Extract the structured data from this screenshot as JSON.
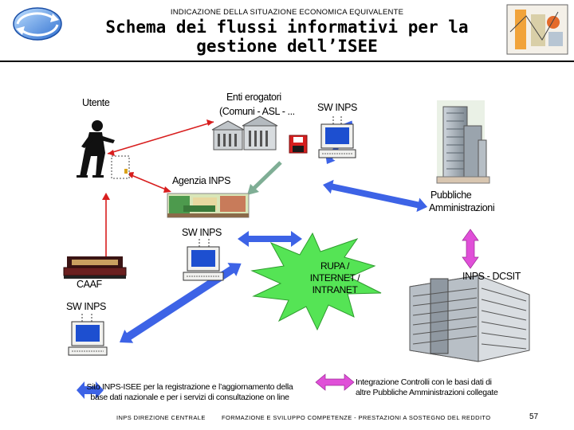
{
  "header": {
    "caption": "INDICAZIONE DELLA SITUAZIONE ECONOMICA EQUIVALENTE",
    "title_line1": "Schema dei flussi informativi per la",
    "title_line2": "gestione dell’ISEE"
  },
  "nodes": {
    "utente": "Utente",
    "enti_line1": "Enti erogatori",
    "enti_line2": "(Comuni -  ASL - ...",
    "sw_inps_enti": "SW INPS",
    "agenzia": "Agenzia INPS",
    "pa_line1": "Pubbliche",
    "pa_line2": "Amministrazioni",
    "sw_inps_center": "SW INPS",
    "caaf": "CAAF",
    "sw_inps_caaf": "SW INPS",
    "rupa_line1": "RUPA /",
    "rupa_line2": "INTERNET /",
    "rupa_line3": "INTRANET",
    "dcsit": "INPS - DCSIT"
  },
  "legend": {
    "blue_line1": "Sito INPS-ISEE  per la registrazione e l’aggiornamento della",
    "blue_line2": "base dati nazionale e per i servizi di consultazione on line",
    "purple_line1": "Integrazione Controlli con le basi dati di",
    "purple_line2": "altre Pubbliche Amministrazioni collegate"
  },
  "footer": {
    "left": "INPS  DIREZIONE CENTRALE",
    "middle": "FORMAZIONE E SVILUPPO COMPETENZE  -   PRESTAZIONI A SOSTEGNO DEL REDDITO",
    "page": "57"
  },
  "colors": {
    "blue_arrow": "#3d63e6",
    "purple_arrow": "#e04fd8",
    "red_arrow": "#d81e1e",
    "star_fill": "#55e455",
    "monitor_screen": "#1d4fd0"
  }
}
